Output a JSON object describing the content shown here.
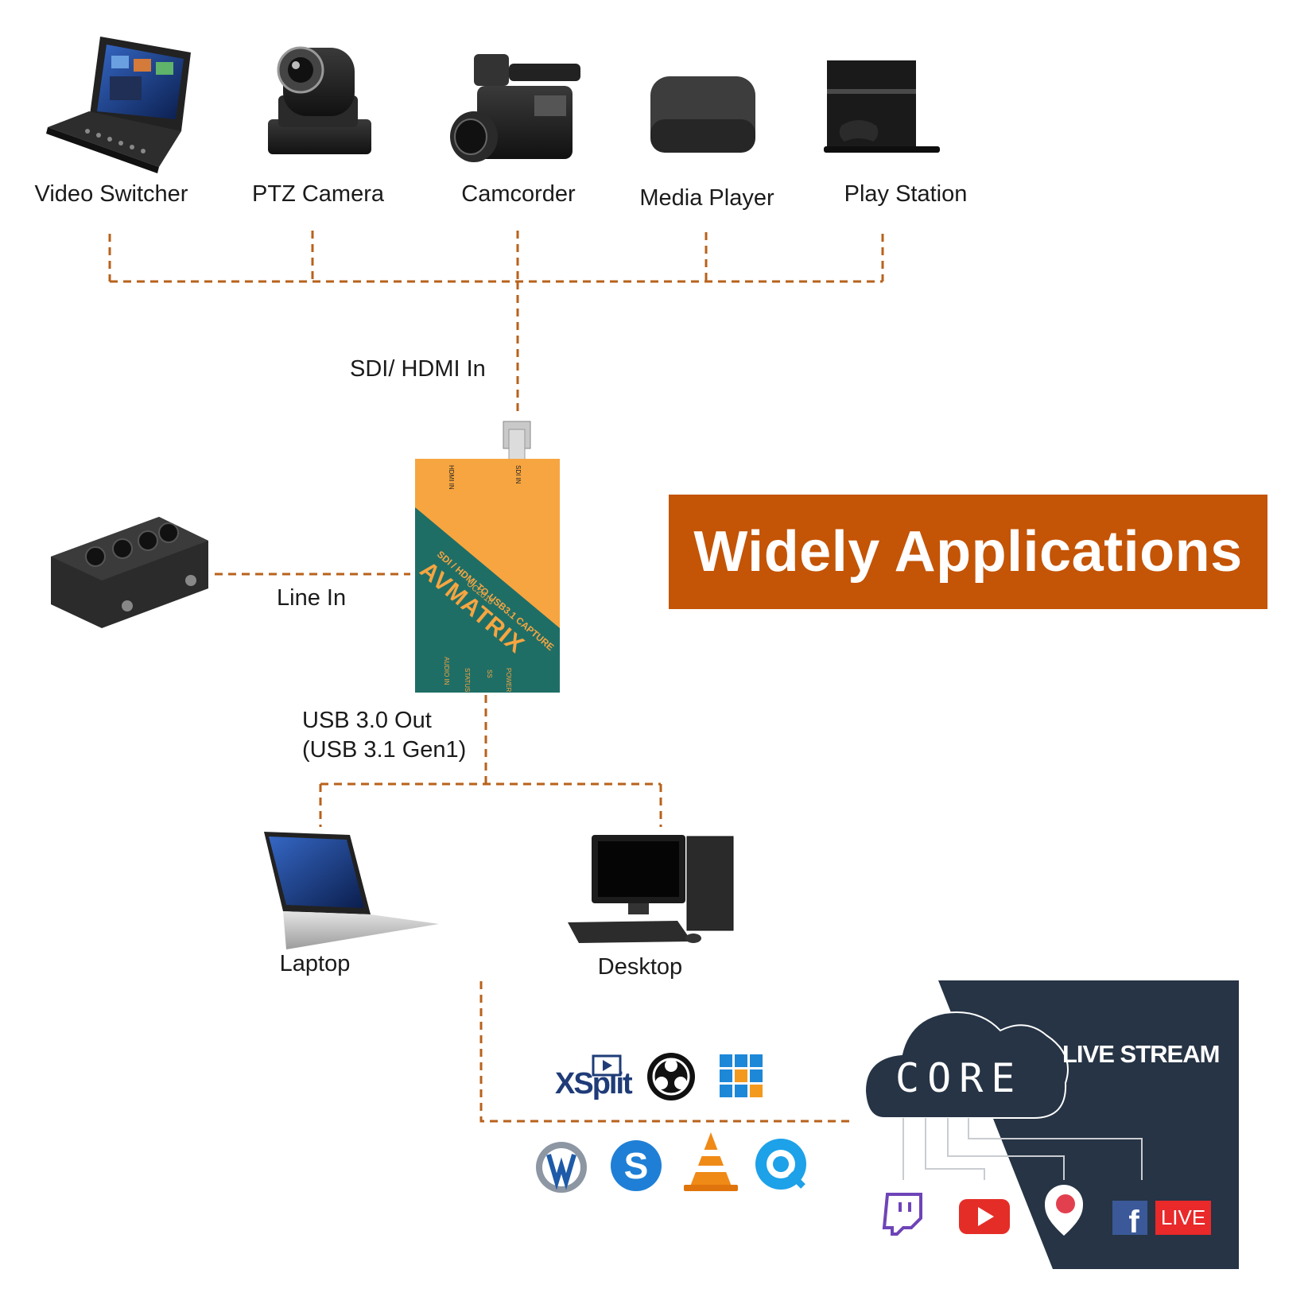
{
  "devices": {
    "video_switcher": "Video Switcher",
    "ptz_camera": "PTZ Camera",
    "camcorder": "Camcorder",
    "media_player": "Media Player",
    "play_station": "Play Station"
  },
  "connections": {
    "input": "SDI/ HDMI In",
    "line_in": "Line In",
    "usb_out_line1": "USB 3.0 Out",
    "usb_out_line2": "(USB 3.1 Gen1)"
  },
  "outputs": {
    "laptop": "Laptop",
    "desktop": "Desktop"
  },
  "banner": {
    "title": "Widely Applications"
  },
  "capture_device": {
    "brand": "AVMATRIX",
    "model_line": "SDI / HDMI TO USB3.1 CAPTURE",
    "model": "UC2018",
    "port_hdmi": "HDMI IN",
    "port_sdi": "SDI IN",
    "port_audio": "AUDIO IN",
    "port_status": "STATUS",
    "port_power": "POWER",
    "port_usb": "SS"
  },
  "software": {
    "xsplit": "XSplit",
    "icons": [
      "xsplit-icon",
      "obs-icon",
      "windows-icon",
      "wirecast-icon",
      "skype-icon",
      "vlc-icon",
      "quicktime-icon"
    ]
  },
  "live_stream": {
    "cloud_text": "CORE",
    "heading": "LIVE STREAM",
    "facebook_live": "LIVE",
    "icons": [
      "twitch-icon",
      "youtube-icon",
      "periscope-icon",
      "facebook-icon"
    ]
  },
  "colors": {
    "connector_line": "#b8621b",
    "banner": "#c45406",
    "capture_orange": "#f7a540",
    "capture_teal": "#1f6e66",
    "live_panel": "#263445"
  }
}
